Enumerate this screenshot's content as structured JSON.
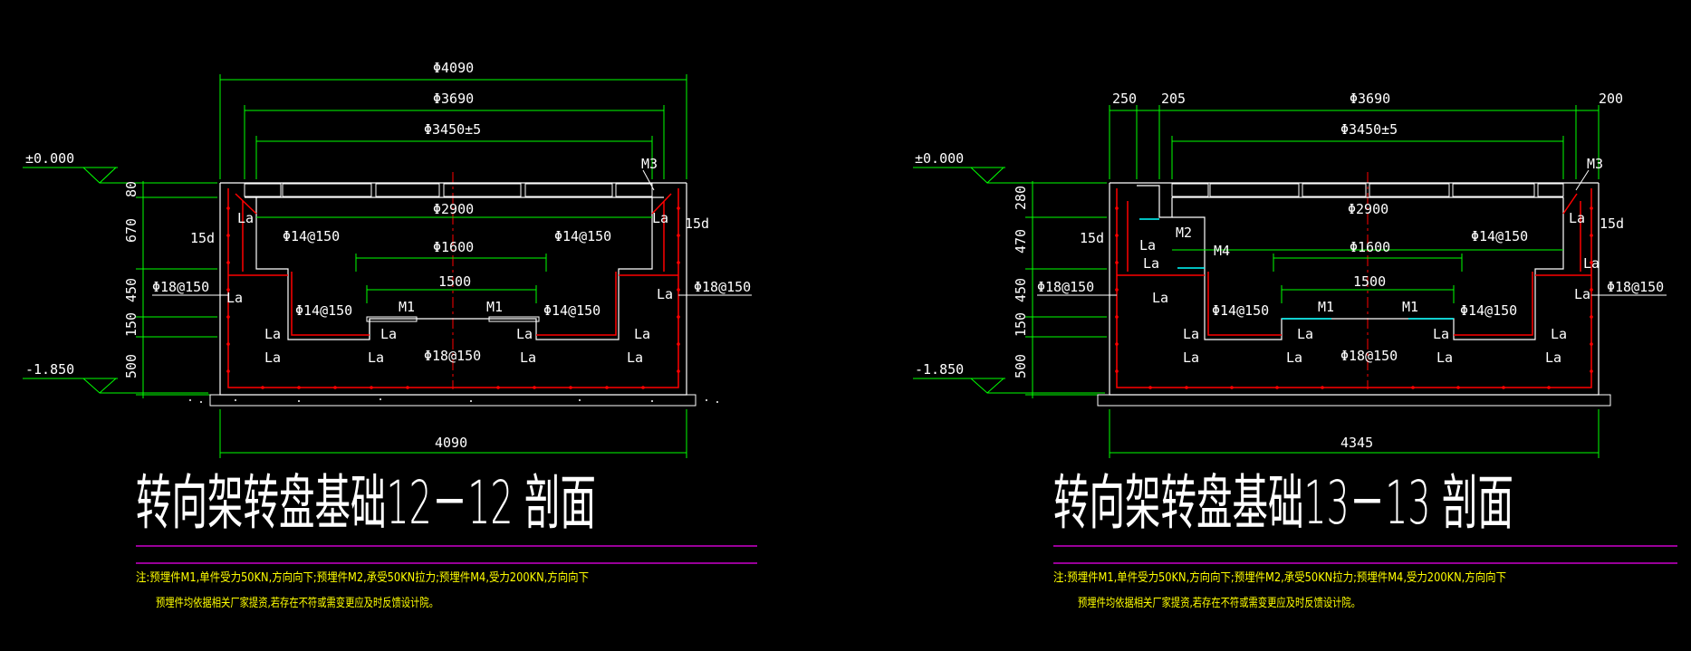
{
  "colors": {
    "background": "#000000",
    "dimension": "#00ff00",
    "concrete": "#ffffff",
    "rebar": "#ff0000",
    "embedded": "#00ffff",
    "note": "#ffff00",
    "divider": "#cc00cc"
  },
  "left": {
    "title": "转向架转盘基础12－12 剖面",
    "elev_top": "±0.000",
    "elev_bottom": "-1.850",
    "dim_outer": "Φ4090",
    "dim_mid": "Φ3690",
    "dim_inner": "Φ3450±5",
    "dim_2900": "Φ2900",
    "dim_1600": "Φ1600",
    "dim_1500": "1500",
    "dim_bottom": "4090",
    "vdims": [
      "80",
      "670",
      "450",
      "150",
      "500"
    ],
    "rebar_left_ext": "Φ18@150",
    "rebar_right_ext": "Φ18@150",
    "rebar_top_l": "Φ14@150",
    "rebar_top_r": "Φ14@150",
    "rebar_mid_l": "Φ14@150",
    "rebar_mid_r": "Φ14@150",
    "rebar_bottom": "Φ18@150",
    "m1": "M1",
    "m1b": "M1",
    "m3": "M3",
    "hook_l": "15d",
    "hook_r": "15d",
    "la": "La"
  },
  "right": {
    "title": "转向架转盘基础13－13 剖面",
    "elev_top": "±0.000",
    "elev_bottom": "-1.850",
    "dim_250": "250",
    "dim_205": "205",
    "dim_200": "200",
    "dim_mid": "Φ3690",
    "dim_inner": "Φ3450±5",
    "dim_2900": "Φ2900",
    "dim_1600": "Φ1600",
    "dim_1500": "1500",
    "dim_bottom": "4345",
    "vdims": [
      "280",
      "470",
      "450",
      "150",
      "500"
    ],
    "rebar_left_ext": "Φ18@150",
    "rebar_right_ext": "Φ18@150",
    "rebar_top_r": "Φ14@150",
    "rebar_mid_l": "Φ14@150",
    "rebar_mid_r": "Φ14@150",
    "rebar_bottom": "Φ18@150",
    "m1": "M1",
    "m1b": "M1",
    "m2": "M2",
    "m3": "M3",
    "m4": "M4",
    "hook_l": "15d",
    "hook_r": "15d",
    "la": "La"
  },
  "note_left": {
    "line1": "注:预埋件M1,单件受力50KN,方向向下;预埋件M2,承受50KN拉力;预埋件M4,受力200KN,方向向下",
    "line2": "预埋件均依据相关厂家提资,若存在不符或需变更应及时反馈设计院。"
  },
  "note_right": {
    "line1": "注:预埋件M1,单件受力50KN,方向向下;预埋件M2,承受50KN拉力;预埋件M4,受力200KN,方向向下",
    "line2": "预埋件均依据相关厂家提资,若存在不符或需变更应及时反馈设计院。"
  }
}
